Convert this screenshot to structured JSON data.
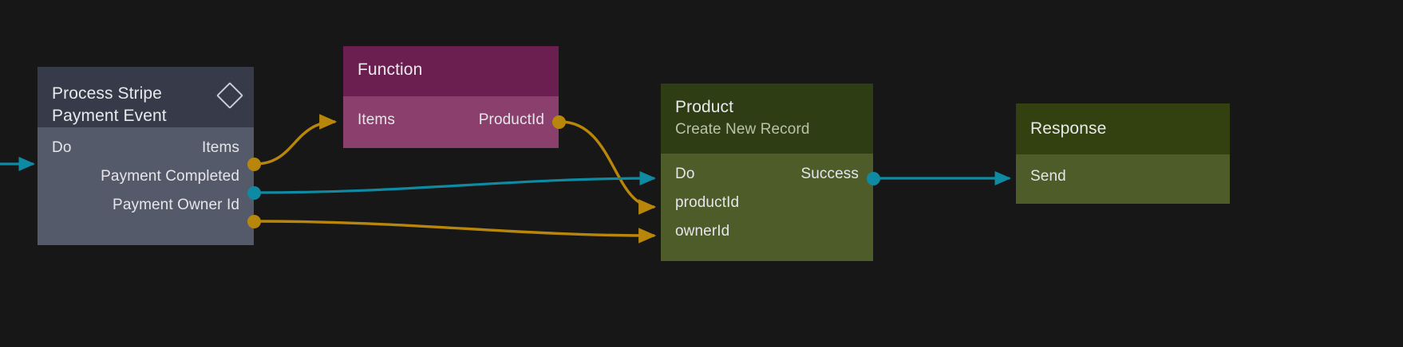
{
  "canvas": {
    "background": "#171717",
    "wire_colors": {
      "data": "#b8860b",
      "exec": "#0e8ba2"
    }
  },
  "nodes": [
    {
      "id": "process-stripe-payment-event",
      "title": "Process Stripe\nPayment Event",
      "subtitle": "",
      "header_color": "#373b49",
      "body_color": "#555a6a",
      "icon": "diamond-icon",
      "inputs": [
        {
          "label": "Do",
          "port_color": "#0e8ba2"
        }
      ],
      "outputs": [
        {
          "label": "Items",
          "port_color": "#b8860b"
        },
        {
          "label": "Payment Completed",
          "port_color": "#0e8ba2"
        },
        {
          "label": "Payment Owner Id",
          "port_color": "#b8860b"
        }
      ]
    },
    {
      "id": "function",
      "title": "Function",
      "subtitle": "",
      "header_color": "#6b1f50",
      "body_color": "#8a3f6c",
      "inputs": [
        {
          "label": "Items",
          "port_color": "#b8860b"
        }
      ],
      "outputs": [
        {
          "label": "ProductId",
          "port_color": "#b8860b"
        }
      ]
    },
    {
      "id": "product",
      "title": "Product",
      "subtitle": "Create New Record",
      "header_color": "#2f3d15",
      "body_color": "#4e5c29",
      "inputs": [
        {
          "label": "Do",
          "port_color": "#0e8ba2"
        },
        {
          "label": "productId",
          "port_color": "#b8860b"
        },
        {
          "label": "ownerId",
          "port_color": "#b8860b"
        }
      ],
      "outputs": [
        {
          "label": "Success",
          "port_color": "#0e8ba2"
        }
      ]
    },
    {
      "id": "response",
      "title": "Response",
      "subtitle": "",
      "header_color": "#33400f",
      "body_color": "#4e5c29",
      "inputs": [
        {
          "label": "Send",
          "port_color": "#0e8ba2"
        }
      ],
      "outputs": []
    }
  ],
  "labels": {
    "process_title": "Process Stripe\nPayment Event",
    "process_in_do": "Do",
    "process_out_items": "Items",
    "process_out_payment_completed": "Payment Completed",
    "process_out_payment_owner_id": "Payment Owner Id",
    "function_title": "Function",
    "function_in_items": "Items",
    "function_out_productid": "ProductId",
    "product_title": "Product",
    "product_subtitle": "Create New Record",
    "product_in_do": "Do",
    "product_in_productid": "productId",
    "product_in_ownerid": "ownerId",
    "product_out_success": "Success",
    "response_title": "Response",
    "response_in_send": "Send"
  }
}
